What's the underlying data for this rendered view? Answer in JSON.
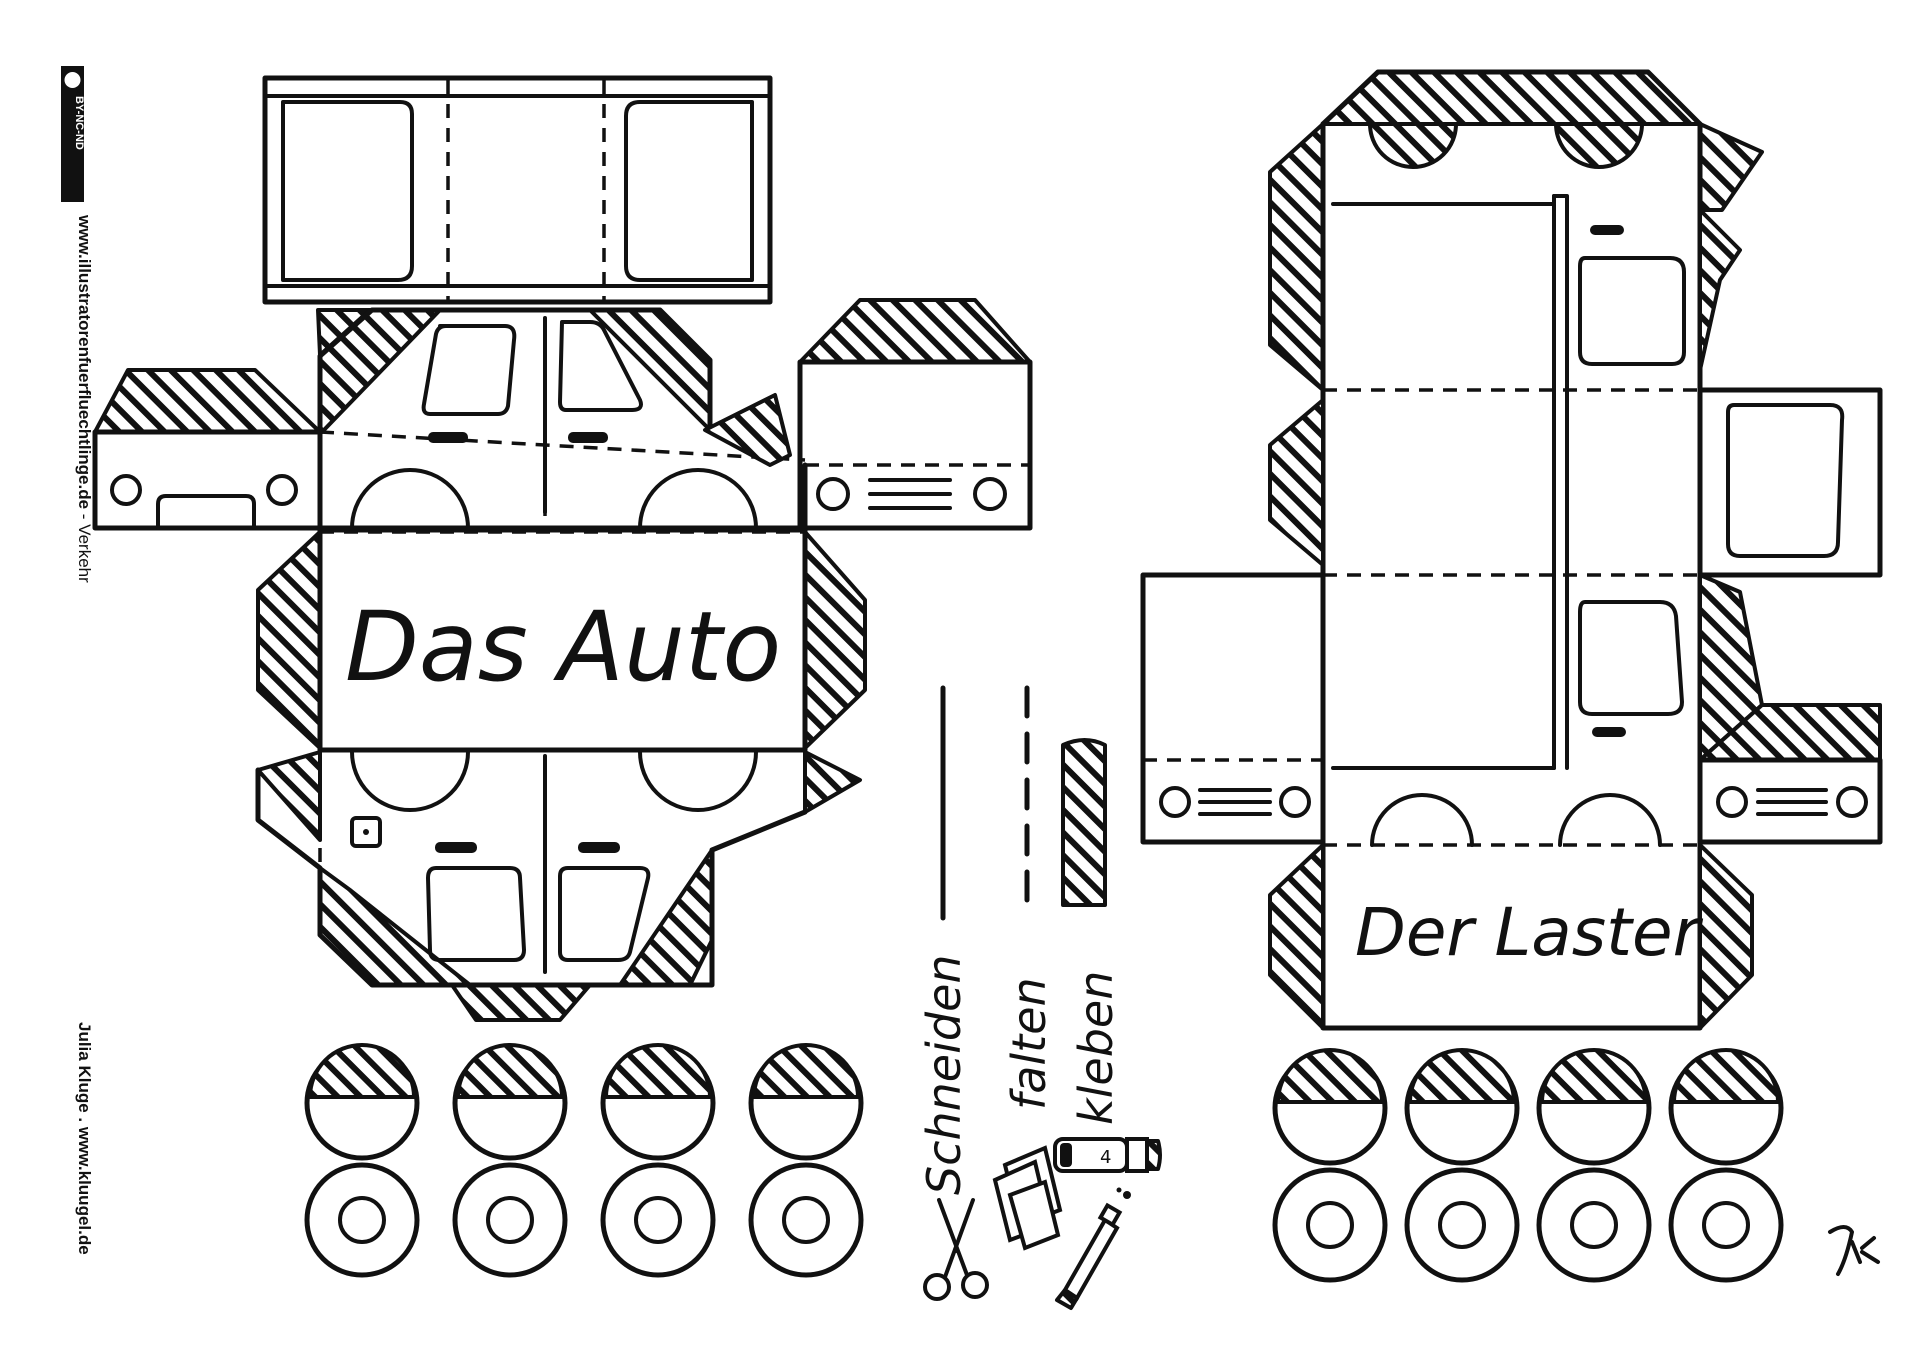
{
  "sidebar": {
    "license_badge": "BY-NC-ND",
    "cc_symbol": "cc",
    "website_line": "www.illustratorenfuerfluechtlinge.de",
    "topic": " - Verkehr",
    "author_line": "Julia Kluge . www.kluugel.de"
  },
  "car": {
    "title": "Das Auto"
  },
  "truck": {
    "title": "Der Laster"
  },
  "legend": {
    "cut_label": "Schneiden",
    "fold_label": "falten",
    "glue_label": "kleben"
  },
  "signature": "JK",
  "icons": {
    "scissors": "scissors-icon",
    "paper": "paper-sheets-icon",
    "glue_stick": "glue-stick-icon",
    "glue_tube": "glue-tube-icon"
  }
}
